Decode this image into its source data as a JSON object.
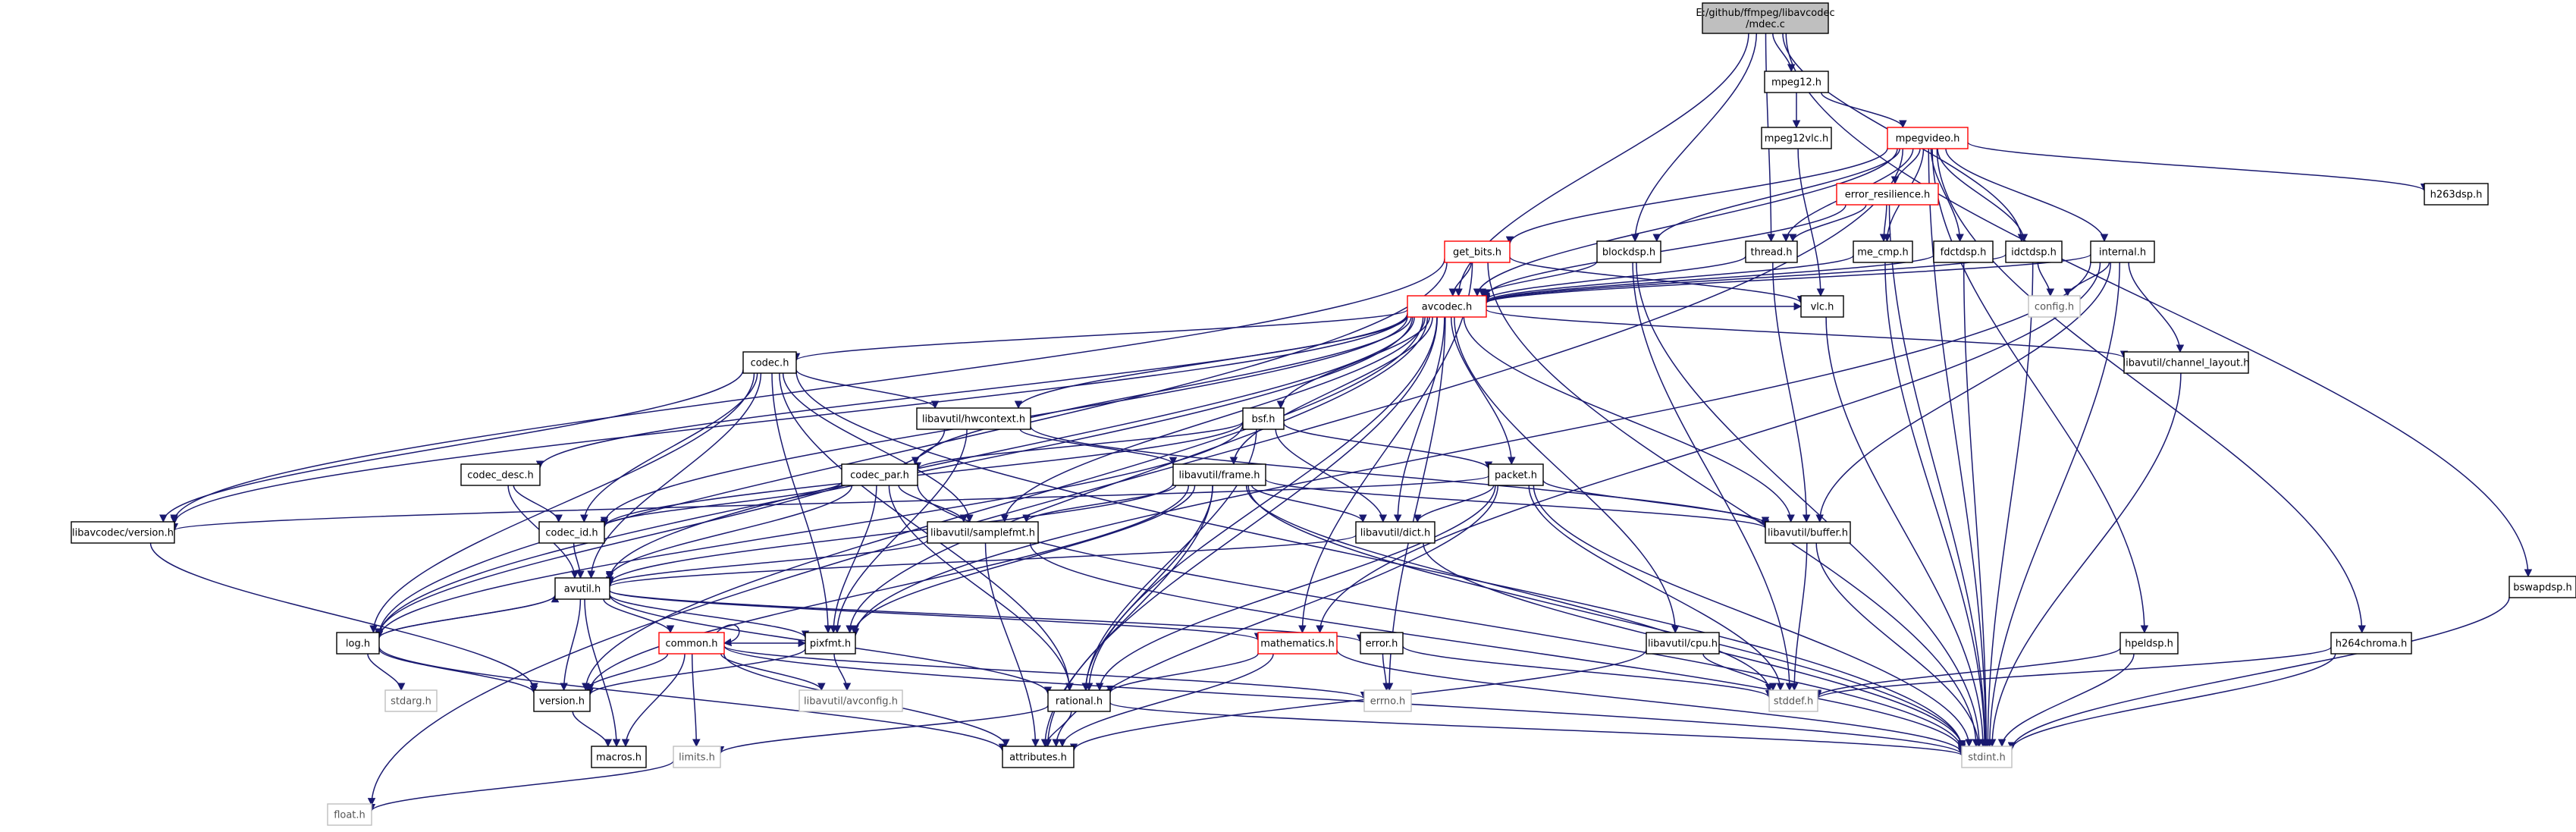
{
  "graph": {
    "title": "",
    "colors": {
      "edge": "#191970",
      "root_fill": "#bfbfbf",
      "highlight": "#ff0000",
      "missing": "#bfbfbf"
    },
    "nodes": [
      {
        "id": "root",
        "label": [
          "E:/github/ffmpeg/libavcodec",
          "/mdec.c"
        ],
        "style": "root"
      },
      {
        "id": "mpeg12",
        "label": [
          "mpeg12.h"
        ]
      },
      {
        "id": "mpeg12vlc",
        "label": [
          "mpeg12vlc.h"
        ]
      },
      {
        "id": "mpegvideo",
        "label": [
          "mpegvideo.h"
        ],
        "style": "red"
      },
      {
        "id": "h263dsp",
        "label": [
          "h263dsp.h"
        ]
      },
      {
        "id": "error_res",
        "label": [
          "error_resilience.h"
        ],
        "style": "red"
      },
      {
        "id": "get_bits",
        "label": [
          "get_bits.h"
        ],
        "style": "red"
      },
      {
        "id": "blockdsp",
        "label": [
          "blockdsp.h"
        ]
      },
      {
        "id": "thread",
        "label": [
          "thread.h"
        ]
      },
      {
        "id": "me_cmp",
        "label": [
          "me_cmp.h"
        ]
      },
      {
        "id": "fdctdsp",
        "label": [
          "fdctdsp.h"
        ]
      },
      {
        "id": "idctdsp",
        "label": [
          "idctdsp.h"
        ]
      },
      {
        "id": "internal",
        "label": [
          "internal.h"
        ]
      },
      {
        "id": "config",
        "label": [
          "config.h"
        ],
        "style": "gray"
      },
      {
        "id": "avcodec",
        "label": [
          "avcodec.h"
        ],
        "style": "red"
      },
      {
        "id": "vlc",
        "label": [
          "vlc.h"
        ]
      },
      {
        "id": "chlayout",
        "label": [
          "libavutil/channel_layout.h"
        ]
      },
      {
        "id": "codec",
        "label": [
          "codec.h"
        ]
      },
      {
        "id": "hwcontext",
        "label": [
          "libavutil/hwcontext.h"
        ]
      },
      {
        "id": "bsf",
        "label": [
          "bsf.h"
        ]
      },
      {
        "id": "codec_desc",
        "label": [
          "codec_desc.h"
        ]
      },
      {
        "id": "codec_par",
        "label": [
          "codec_par.h"
        ]
      },
      {
        "id": "frame",
        "label": [
          "libavutil/frame.h"
        ]
      },
      {
        "id": "packet",
        "label": [
          "packet.h"
        ]
      },
      {
        "id": "lavcversion",
        "label": [
          "libavcodec/version.h"
        ]
      },
      {
        "id": "codec_id",
        "label": [
          "codec_id.h"
        ]
      },
      {
        "id": "samplefmt",
        "label": [
          "libavutil/samplefmt.h"
        ]
      },
      {
        "id": "dict",
        "label": [
          "libavutil/dict.h"
        ]
      },
      {
        "id": "buffer",
        "label": [
          "libavutil/buffer.h"
        ]
      },
      {
        "id": "bswapdsp",
        "label": [
          "bswapdsp.h"
        ]
      },
      {
        "id": "avutil",
        "label": [
          "avutil.h"
        ]
      },
      {
        "id": "log",
        "label": [
          "log.h"
        ]
      },
      {
        "id": "common",
        "label": [
          "common.h"
        ],
        "style": "red"
      },
      {
        "id": "pixfmt",
        "label": [
          "pixfmt.h"
        ]
      },
      {
        "id": "mathematics",
        "label": [
          "mathematics.h"
        ],
        "style": "red"
      },
      {
        "id": "error",
        "label": [
          "error.h"
        ]
      },
      {
        "id": "cpu",
        "label": [
          "libavutil/cpu.h"
        ]
      },
      {
        "id": "hpeldsp",
        "label": [
          "hpeldsp.h"
        ]
      },
      {
        "id": "h264chroma",
        "label": [
          "h264chroma.h"
        ]
      },
      {
        "id": "stdarg",
        "label": [
          "stdarg.h"
        ],
        "style": "gray"
      },
      {
        "id": "version",
        "label": [
          "version.h"
        ]
      },
      {
        "id": "avconfig",
        "label": [
          "libavutil/avconfig.h"
        ],
        "style": "gray"
      },
      {
        "id": "rational",
        "label": [
          "rational.h"
        ]
      },
      {
        "id": "errno",
        "label": [
          "errno.h"
        ],
        "style": "gray"
      },
      {
        "id": "stddef",
        "label": [
          "stddef.h"
        ],
        "style": "gray"
      },
      {
        "id": "macros",
        "label": [
          "macros.h"
        ]
      },
      {
        "id": "limits",
        "label": [
          "limits.h"
        ],
        "style": "gray"
      },
      {
        "id": "attributes",
        "label": [
          "attributes.h"
        ]
      },
      {
        "id": "stdint",
        "label": [
          "stdint.h"
        ],
        "style": "gray"
      },
      {
        "id": "float",
        "label": [
          "float.h"
        ],
        "style": "gray"
      }
    ],
    "edges": [
      [
        "root",
        "mpeg12"
      ],
      [
        "root",
        "blockdsp"
      ],
      [
        "root",
        "thread"
      ],
      [
        "root",
        "idctdsp"
      ],
      [
        "root",
        "avcodec"
      ],
      [
        "root",
        "bswapdsp"
      ],
      [
        "mpeg12",
        "mpeg12vlc"
      ],
      [
        "mpeg12",
        "mpegvideo"
      ],
      [
        "mpeg12vlc",
        "vlc"
      ],
      [
        "mpegvideo",
        "h263dsp"
      ],
      [
        "mpegvideo",
        "error_res"
      ],
      [
        "mpegvideo",
        "get_bits"
      ],
      [
        "mpegvideo",
        "blockdsp"
      ],
      [
        "mpegvideo",
        "thread"
      ],
      [
        "mpegvideo",
        "me_cmp"
      ],
      [
        "mpegvideo",
        "fdctdsp"
      ],
      [
        "mpegvideo",
        "idctdsp"
      ],
      [
        "mpegvideo",
        "internal"
      ],
      [
        "mpegvideo",
        "avcodec"
      ],
      [
        "mpegvideo",
        "hpeldsp"
      ],
      [
        "mpegvideo",
        "h264chroma"
      ],
      [
        "mpegvideo",
        "float"
      ],
      [
        "mpegvideo",
        "stdint"
      ],
      [
        "error_res",
        "thread"
      ],
      [
        "error_res",
        "me_cmp"
      ],
      [
        "error_res",
        "avcodec"
      ],
      [
        "error_res",
        "stdint"
      ],
      [
        "get_bits",
        "avcodec"
      ],
      [
        "get_bits",
        "vlc"
      ],
      [
        "get_bits",
        "lavcversion"
      ],
      [
        "get_bits",
        "stdint"
      ],
      [
        "get_bits",
        "log"
      ],
      [
        "get_bits",
        "mathematics"
      ],
      [
        "blockdsp",
        "avcodec"
      ],
      [
        "blockdsp",
        "stdint"
      ],
      [
        "blockdsp",
        "stddef"
      ],
      [
        "thread",
        "avcodec"
      ],
      [
        "thread",
        "buffer"
      ],
      [
        "me_cmp",
        "avcodec"
      ],
      [
        "me_cmp",
        "stdint"
      ],
      [
        "fdctdsp",
        "avcodec"
      ],
      [
        "fdctdsp",
        "stdint"
      ],
      [
        "idctdsp",
        "avcodec"
      ],
      [
        "idctdsp",
        "config"
      ],
      [
        "idctdsp",
        "stdint"
      ],
      [
        "internal",
        "avcodec"
      ],
      [
        "internal",
        "config"
      ],
      [
        "internal",
        "chlayout"
      ],
      [
        "internal",
        "buffer"
      ],
      [
        "internal",
        "mathematics"
      ],
      [
        "internal",
        "pixfmt"
      ],
      [
        "internal",
        "stdint"
      ],
      [
        "avcodec",
        "vlc"
      ],
      [
        "avcodec",
        "chlayout"
      ],
      [
        "avcodec",
        "codec"
      ],
      [
        "avcodec",
        "hwcontext"
      ],
      [
        "avcodec",
        "bsf"
      ],
      [
        "avcodec",
        "codec_desc"
      ],
      [
        "avcodec",
        "codec_par"
      ],
      [
        "avcodec",
        "frame"
      ],
      [
        "avcodec",
        "packet"
      ],
      [
        "avcodec",
        "lavcversion"
      ],
      [
        "avcodec",
        "codec_id"
      ],
      [
        "avcodec",
        "samplefmt"
      ],
      [
        "avcodec",
        "dict"
      ],
      [
        "avcodec",
        "buffer"
      ],
      [
        "avcodec",
        "avutil"
      ],
      [
        "avcodec",
        "log"
      ],
      [
        "avcodec",
        "pixfmt"
      ],
      [
        "avcodec",
        "rational"
      ],
      [
        "avcodec",
        "attributes"
      ],
      [
        "avcodec",
        "errno"
      ],
      [
        "avcodec",
        "cpu"
      ],
      [
        "avcodec",
        "version"
      ],
      [
        "vlc",
        "stdint"
      ],
      [
        "chlayout",
        "stdint"
      ],
      [
        "codec",
        "hwcontext"
      ],
      [
        "codec",
        "lavcversion"
      ],
      [
        "codec",
        "codec_id"
      ],
      [
        "codec",
        "samplefmt"
      ],
      [
        "codec",
        "avutil"
      ],
      [
        "codec",
        "log"
      ],
      [
        "codec",
        "pixfmt"
      ],
      [
        "codec",
        "rational"
      ],
      [
        "codec",
        "stdint"
      ],
      [
        "hwcontext",
        "frame"
      ],
      [
        "hwcontext",
        "buffer"
      ],
      [
        "hwcontext",
        "log"
      ],
      [
        "hwcontext",
        "pixfmt"
      ],
      [
        "bsf",
        "codec_par"
      ],
      [
        "bsf",
        "packet"
      ],
      [
        "bsf",
        "dict"
      ],
      [
        "bsf",
        "codec_id"
      ],
      [
        "bsf",
        "log"
      ],
      [
        "bsf",
        "rational"
      ],
      [
        "codec_desc",
        "codec_id"
      ],
      [
        "codec_desc",
        "avutil"
      ],
      [
        "codec_par",
        "codec_id"
      ],
      [
        "codec_par",
        "avutil"
      ],
      [
        "codec_par",
        "pixfmt"
      ],
      [
        "codec_par",
        "rational"
      ],
      [
        "codec_par",
        "samplefmt"
      ],
      [
        "codec_par",
        "stdint"
      ],
      [
        "frame",
        "dict"
      ],
      [
        "frame",
        "buffer"
      ],
      [
        "frame",
        "samplefmt"
      ],
      [
        "frame",
        "pixfmt"
      ],
      [
        "frame",
        "rational"
      ],
      [
        "frame",
        "avutil"
      ],
      [
        "frame",
        "version"
      ],
      [
        "frame",
        "attributes"
      ],
      [
        "frame",
        "stdint"
      ],
      [
        "frame",
        "stddef"
      ],
      [
        "packet",
        "lavcversion"
      ],
      [
        "packet",
        "dict"
      ],
      [
        "packet",
        "buffer"
      ],
      [
        "packet",
        "rational"
      ],
      [
        "packet",
        "attributes"
      ],
      [
        "packet",
        "stdint"
      ],
      [
        "packet",
        "stddef"
      ],
      [
        "lavcversion",
        "version"
      ],
      [
        "codec_id",
        "avutil"
      ],
      [
        "samplefmt",
        "avutil"
      ],
      [
        "samplefmt",
        "attributes"
      ],
      [
        "samplefmt",
        "stdint"
      ],
      [
        "dict",
        "avutil"
      ],
      [
        "dict",
        "stdint"
      ],
      [
        "buffer",
        "stdint"
      ],
      [
        "buffer",
        "stddef"
      ],
      [
        "bswapdsp",
        "stdint"
      ],
      [
        "avutil",
        "log"
      ],
      [
        "avutil",
        "common"
      ],
      [
        "avutil",
        "pixfmt"
      ],
      [
        "avutil",
        "mathematics"
      ],
      [
        "avutil",
        "error"
      ],
      [
        "avutil",
        "rational"
      ],
      [
        "avutil",
        "version"
      ],
      [
        "avutil",
        "macros"
      ],
      [
        "log",
        "avutil"
      ],
      [
        "log",
        "version"
      ],
      [
        "log",
        "attributes"
      ],
      [
        "log",
        "stdarg"
      ],
      [
        "common",
        "common"
      ],
      [
        "common",
        "attributes"
      ],
      [
        "common",
        "macros"
      ],
      [
        "common",
        "version"
      ],
      [
        "common",
        "avconfig"
      ],
      [
        "common",
        "limits"
      ],
      [
        "common",
        "errno"
      ],
      [
        "common",
        "stdint"
      ],
      [
        "common",
        "pixfmt"
      ],
      [
        "pixfmt",
        "avconfig"
      ],
      [
        "pixfmt",
        "version"
      ],
      [
        "mathematics",
        "rational"
      ],
      [
        "mathematics",
        "attributes"
      ],
      [
        "mathematics",
        "stdint"
      ],
      [
        "error",
        "errno"
      ],
      [
        "error",
        "stddef"
      ],
      [
        "cpu",
        "attributes"
      ],
      [
        "cpu",
        "stddef"
      ],
      [
        "hpeldsp",
        "stdint"
      ],
      [
        "hpeldsp",
        "stddef"
      ],
      [
        "h264chroma",
        "stdint"
      ],
      [
        "h264chroma",
        "stddef"
      ],
      [
        "version",
        "macros"
      ],
      [
        "rational",
        "attributes"
      ],
      [
        "rational",
        "stdint"
      ],
      [
        "rational",
        "limits"
      ],
      [
        "limits",
        "float"
      ]
    ]
  }
}
